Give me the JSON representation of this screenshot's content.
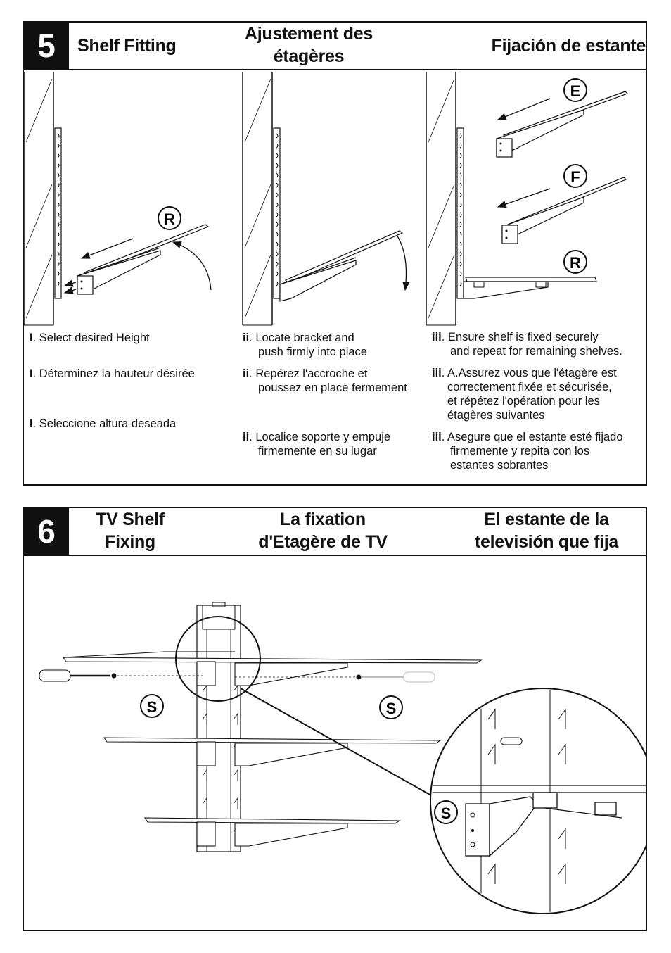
{
  "step5": {
    "number": "5",
    "title_en": "Shelf Fitting",
    "title_fr_line1": "Ajustement des",
    "title_fr_line2": "étagères",
    "title_es": "Fijación de estante",
    "part_labels": {
      "r1": "R",
      "e": "E",
      "f": "F",
      "r2": "R"
    },
    "captions": {
      "col1": {
        "num": "I",
        "en": ". Select desired Height",
        "fr": ". Déterminez la hauteur désirée",
        "es": ". Seleccione altura deseada"
      },
      "col2": {
        "num": "ii",
        "en_line1": ". Locate bracket and",
        "en_line2": "push firmly into place",
        "fr_line1": ". Repérez l'accroche et",
        "fr_line2": "poussez en place fermement",
        "es_line1": ". Localice soporte y empuje",
        "es_line2": "firmemente en su lugar"
      },
      "col3": {
        "num": "iii",
        "en_line1": ". Ensure shelf is fixed securely",
        "en_line2": "and repeat for remaining shelves.",
        "fr_line1": ". A.Assurez vous que l'étagère est",
        "fr_line2": "correctement fixée et sécurisée,",
        "fr_line3": "et répétez l'opération pour les",
        "fr_line4": "étagères suivantes",
        "es_line1": ". Asegure que el estante esté fijado",
        "es_line2": "firmemente y repita con los",
        "es_line3": "estantes sobrantes"
      }
    }
  },
  "step6": {
    "number": "6",
    "title_en_line1": "TV Shelf",
    "title_en_line2": "Fixing",
    "title_fr_line1": "La fixation",
    "title_fr_line2": "d'Etagère de TV",
    "title_es_line1": "El estante de la",
    "title_es_line2": "televisión que fija",
    "part_labels": {
      "s_left": "S",
      "s_right": "S",
      "s_detail": "S"
    }
  }
}
